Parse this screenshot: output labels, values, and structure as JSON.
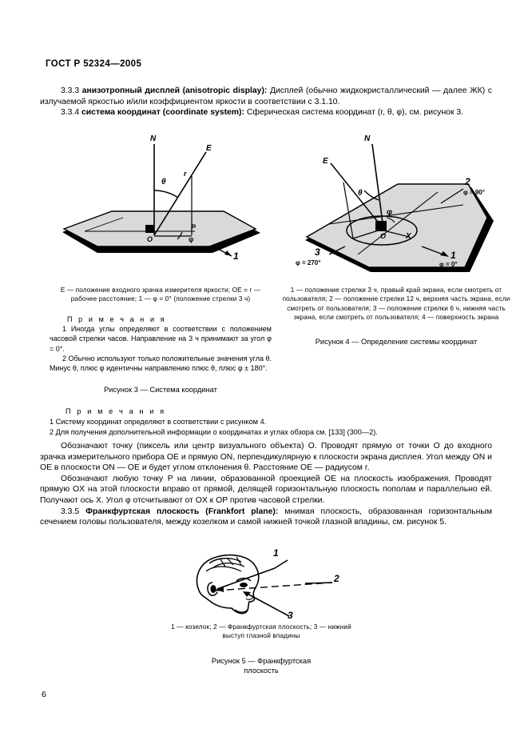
{
  "document": {
    "header": "ГОСТ Р 52324—2005",
    "page_number": "6"
  },
  "sections": {
    "s333_num": "3.3.3",
    "s333_term": "анизотропный дисплей (anisotropic display):",
    "s333_body": " Дисплей (обычно жидкокристаллический — далее ЖК) с излучаемой яркостью и/или коэффициентом яркости в соответствии с 3.1.10.",
    "s334_num": "3.3.4",
    "s334_term": "система координат (coordinate system):",
    "s334_body": " Сферическая система координат (r, θ, φ), см. рисунок 3.",
    "para1": "Обозначают точку (пиксель или центр визуального объекта) O. Проводят прямую от точки O до входного зрачка измерительного прибора OE и прямую ON, перпендикулярную к плоскости экрана дисплея. Угол между ON и OE в плоскости ON — OE и будет углом отклонения θ. Расстояние OE — радиусом r.",
    "para2": "Обозначают любую точку P на линии, образованной проекцией OE на плоскость изображения. Проводят прямую OX на этой плоскости вправо от прямой, делящей горизонтальную плоскость пополам и параллельно ей. Получают ось X. Угол φ отсчитывают от OX к OP против часовой стрелки.",
    "s335_num": "3.3.5",
    "s335_term": "Франкфуртская плоскость (Frankfort plane):",
    "s335_body": " мнимая плоскость, образованная горизонтальным сечением головы пользователя, между козелком и самой нижней точкой глазной впадины, см. рисунок 5."
  },
  "figure3": {
    "labels": {
      "N": "N",
      "E": "E",
      "theta": "θ",
      "r": "r",
      "O": "O",
      "P": "P",
      "phi": "φ",
      "callout1": "1"
    },
    "legend": "E — положение входного зрачка измерителя яркости;  OE = r — рабочее  расстояние;   1 — φ = 0° (положение стрелки 3 ч)",
    "notes_title": "П р и м е ч а н и я",
    "note1": "1 Иногда углы определяют в соответствии с положением часовой стрелки часов. Направление на 3 ч принимают за угол φ = 0°.",
    "note2": "2 Обычно используют только положительные значения угла θ. Минус θ, плюс φ идентичны направлению плюс θ, плюс φ ± 180°.",
    "caption": "Рисунок 3 — Система координат"
  },
  "figure4": {
    "labels": {
      "N": "N",
      "E": "E",
      "theta": "θ",
      "O": "O",
      "X": "X",
      "phi": "φ",
      "callout1": "1",
      "callout1_val": "φ = 0°",
      "callout2": "2",
      "callout2_val": "φ = 90°",
      "callout3": "3",
      "callout3_val": "φ = 270°"
    },
    "legend": "1 — положение стрелки 3 ч, правый край экрана, если смотреть от пользователя; 2 — положение стрелки 12 ч, верхняя часть экрана, если смотреть от пользователя; 3 — положение стрелки 6 ч, нижняя часть экрана, если    смотреть от пользователя; 4 — поверхность экрана",
    "caption": "Рисунок 4 — Определение системы координат"
  },
  "notes_mid": {
    "title": "П р и м е ч а н и я",
    "note1": "1 Систему координат определяют в соответствии с рисунком 4.",
    "note2": "2 Для получения дополнительной информации о координатах и углах обзора см. [133] (300—2)."
  },
  "figure5": {
    "labels": {
      "callout1": "1",
      "callout2": "2",
      "callout3": "3"
    },
    "legend": "1 — козелок; 2 — Франкфуртская плоскость; 3 — нижний выступ глазной впадины",
    "caption_line1": "Рисунок 5 — Франкфуртская",
    "caption_line2": "плоскость"
  },
  "colors": {
    "ink": "#000000",
    "paper": "#ffffff",
    "plane_fill": "#d9d9d9"
  }
}
